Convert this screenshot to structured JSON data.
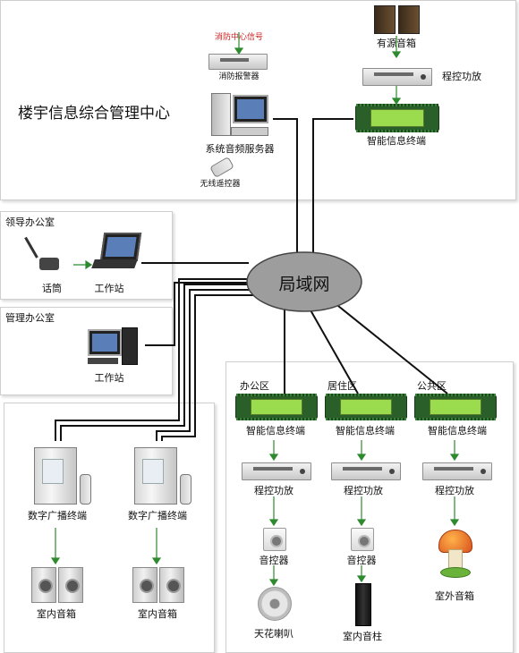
{
  "center": {
    "title": "楼宇信息综合管理中心",
    "fire_signal": "消防中心信号",
    "fire_alarm": "消防报警器",
    "audio_server": "系统音频服务器",
    "remote": "无线遥控器",
    "active_speaker": "有源音箱",
    "amplifier": "程控功放",
    "terminal": "智能信息终端"
  },
  "lan": {
    "label": "局域网"
  },
  "leader_office": {
    "title": "领导办公室",
    "mic": "话筒",
    "workstation": "工作站"
  },
  "manage_office": {
    "title": "管理办公室",
    "workstation": "工作站"
  },
  "broadcast": {
    "terminal_1": "数字广播终端",
    "terminal_2": "数字广播终端",
    "speaker_1": "室内音箱",
    "speaker_2": "室内音箱"
  },
  "zones": {
    "office": {
      "title": "办公区",
      "terminal": "智能信息终端",
      "amp": "程控功放",
      "control": "音控器",
      "speaker": "天花喇叭"
    },
    "living": {
      "title": "居住区",
      "terminal": "智能信息终端",
      "amp": "程控功放",
      "control": "音控器",
      "speaker": "室内音柱"
    },
    "public": {
      "title": "公共区",
      "terminal": "智能信息终端",
      "amp": "程控功放",
      "speaker": "室外音箱"
    }
  }
}
